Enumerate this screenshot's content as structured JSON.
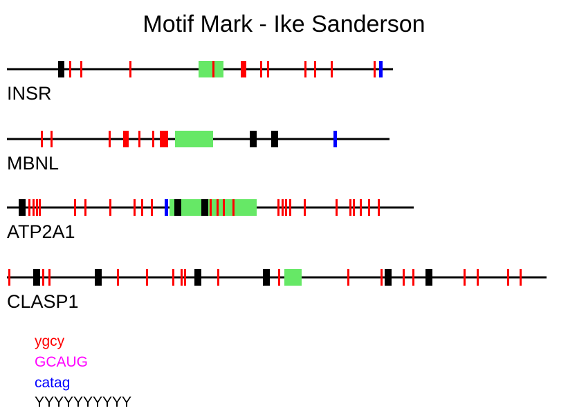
{
  "title": "Motif Mark - Ike Sanderson",
  "colors": {
    "ygcy": "#ff0000",
    "GCAUG": "#ff00ff",
    "catag": "#0000ff",
    "YYYYYYYYYY": "#000000",
    "exon": "#66e866",
    "line": "#000000"
  },
  "genes": [
    {
      "name": "INSR",
      "exon": [
        287,
        323
      ],
      "motifs": [
        {
          "motif": "YYYYYYYYYY",
          "start": 84,
          "end": 93
        },
        {
          "motif": "ygcy",
          "start": 100,
          "end": 103
        },
        {
          "motif": "ygcy",
          "start": 116,
          "end": 119
        },
        {
          "motif": "ygcy",
          "start": 187,
          "end": 190
        },
        {
          "motif": "ygcy",
          "start": 307,
          "end": 310
        },
        {
          "motif": "ygcy",
          "start": 348,
          "end": 356
        },
        {
          "motif": "ygcy",
          "start": 376,
          "end": 379
        },
        {
          "motif": "ygcy",
          "start": 386,
          "end": 389
        },
        {
          "motif": "ygcy",
          "start": 440,
          "end": 443
        },
        {
          "motif": "ygcy",
          "start": 454,
          "end": 457
        },
        {
          "motif": "ygcy",
          "start": 478,
          "end": 481
        },
        {
          "motif": "ygcy",
          "start": 540,
          "end": 543
        },
        {
          "motif": "catag",
          "start": 548,
          "end": 553
        }
      ],
      "length": 558
    },
    {
      "name": "MBNL",
      "exon": [
        253,
        308
      ],
      "motifs": [
        {
          "motif": "ygcy",
          "start": 59,
          "end": 62
        },
        {
          "motif": "ygcy",
          "start": 73,
          "end": 76
        },
        {
          "motif": "ygcy",
          "start": 157,
          "end": 160
        },
        {
          "motif": "ygcy",
          "start": 178,
          "end": 186
        },
        {
          "motif": "ygcy",
          "start": 200,
          "end": 203
        },
        {
          "motif": "ygcy",
          "start": 220,
          "end": 223
        },
        {
          "motif": "ygcy",
          "start": 231,
          "end": 243
        },
        {
          "motif": "YYYYYYYYYY",
          "start": 361,
          "end": 371
        },
        {
          "motif": "YYYYYYYYYY",
          "start": 392,
          "end": 402
        },
        {
          "motif": "catag",
          "start": 482,
          "end": 487
        }
      ],
      "length": 553
    },
    {
      "name": "ATP2A1",
      "exon": [
        245,
        371
      ],
      "motifs": [
        {
          "motif": "YYYYYYYYYY",
          "start": 27,
          "end": 37
        },
        {
          "motif": "ygcy",
          "start": 41,
          "end": 44
        },
        {
          "motif": "ygcy",
          "start": 47,
          "end": 50
        },
        {
          "motif": "ygcy",
          "start": 52,
          "end": 55
        },
        {
          "motif": "ygcy",
          "start": 56,
          "end": 59
        },
        {
          "motif": "ygcy",
          "start": 107,
          "end": 110
        },
        {
          "motif": "ygcy",
          "start": 122,
          "end": 125
        },
        {
          "motif": "ygcy",
          "start": 158,
          "end": 161
        },
        {
          "motif": "ygcy",
          "start": 193,
          "end": 196
        },
        {
          "motif": "ygcy",
          "start": 204,
          "end": 207
        },
        {
          "motif": "ygcy",
          "start": 218,
          "end": 221
        },
        {
          "motif": "catag",
          "start": 238,
          "end": 243
        },
        {
          "motif": "YYYYYYYYYY",
          "start": 252,
          "end": 262
        },
        {
          "motif": "YYYYYYYYYY",
          "start": 291,
          "end": 301
        },
        {
          "motif": "ygcy",
          "start": 303,
          "end": 306
        },
        {
          "motif": "ygcy",
          "start": 313,
          "end": 316
        },
        {
          "motif": "ygcy",
          "start": 322,
          "end": 325
        },
        {
          "motif": "ygcy",
          "start": 336,
          "end": 339
        },
        {
          "motif": "ygcy",
          "start": 401,
          "end": 404
        },
        {
          "motif": "ygcy",
          "start": 407,
          "end": 410
        },
        {
          "motif": "ygcy",
          "start": 412,
          "end": 415
        },
        {
          "motif": "ygcy",
          "start": 418,
          "end": 421
        },
        {
          "motif": "ygcy",
          "start": 439,
          "end": 442
        },
        {
          "motif": "ygcy",
          "start": 485,
          "end": 488
        },
        {
          "motif": "ygcy",
          "start": 505,
          "end": 508
        },
        {
          "motif": "ygcy",
          "start": 510,
          "end": 513
        },
        {
          "motif": "ygcy",
          "start": 520,
          "end": 523
        },
        {
          "motif": "ygcy",
          "start": 532,
          "end": 535
        },
        {
          "motif": "ygcy",
          "start": 546,
          "end": 549
        }
      ],
      "length": 588
    },
    {
      "name": "CLASP1",
      "exon": [
        411,
        436
      ],
      "motifs": [
        {
          "motif": "ygcy",
          "start": 12,
          "end": 15
        },
        {
          "motif": "YYYYYYYYYY",
          "start": 48,
          "end": 58
        },
        {
          "motif": "ygcy",
          "start": 61,
          "end": 64
        },
        {
          "motif": "ygcy",
          "start": 70,
          "end": 73
        },
        {
          "motif": "YYYYYYYYYY",
          "start": 137,
          "end": 147
        },
        {
          "motif": "ygcy",
          "start": 169,
          "end": 172
        },
        {
          "motif": "ygcy",
          "start": 211,
          "end": 214
        },
        {
          "motif": "ygcy",
          "start": 249,
          "end": 252
        },
        {
          "motif": "ygcy",
          "start": 261,
          "end": 264
        },
        {
          "motif": "ygcy",
          "start": 266,
          "end": 269
        },
        {
          "motif": "YYYYYYYYYY",
          "start": 281,
          "end": 291
        },
        {
          "motif": "ygcy",
          "start": 314,
          "end": 317
        },
        {
          "motif": "YYYYYYYYYY",
          "start": 380,
          "end": 390
        },
        {
          "motif": "ygcy",
          "start": 402,
          "end": 405
        },
        {
          "motif": "ygcy",
          "start": 502,
          "end": 505
        },
        {
          "motif": "ygcy",
          "start": 550,
          "end": 553
        },
        {
          "motif": "YYYYYYYYYY",
          "start": 556,
          "end": 566
        },
        {
          "motif": "ygcy",
          "start": 582,
          "end": 585
        },
        {
          "motif": "ygcy",
          "start": 596,
          "end": 599
        },
        {
          "motif": "YYYYYYYYYY",
          "start": 615,
          "end": 625
        },
        {
          "motif": "ygcy",
          "start": 670,
          "end": 673
        },
        {
          "motif": "ygcy",
          "start": 689,
          "end": 692
        },
        {
          "motif": "ygcy",
          "start": 733,
          "end": 736
        },
        {
          "motif": "ygcy",
          "start": 751,
          "end": 754
        }
      ],
      "length": 780
    }
  ],
  "legend": [
    "ygcy",
    "GCAUG",
    "catag",
    "YYYYYYYYYY"
  ]
}
